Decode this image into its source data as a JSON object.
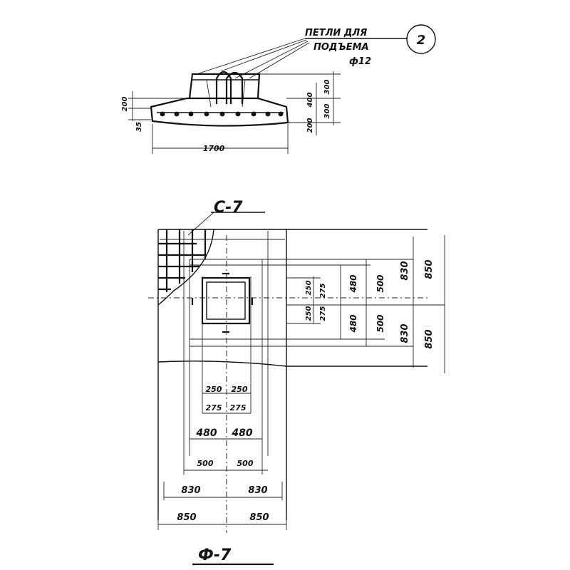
{
  "callout": {
    "line1": "ПЕТЛИ ДЛЯ",
    "line2": "ПОДЪЕМА",
    "line3": "ф12",
    "mark": "2"
  },
  "section": {
    "dims": {
      "base_width": "1700",
      "left_height": "200",
      "left_step": "35",
      "right_top": "300",
      "right_mid": "300",
      "right_inner_top": "400",
      "right_inner_bottom": "200"
    }
  },
  "plan": {
    "title": "С-7",
    "name": "Ф-7",
    "inner_horizontal": [
      "250",
      "250",
      "275",
      "275"
    ],
    "horizontal": {
      "row_480": [
        "480",
        "480"
      ],
      "row_500": [
        "500",
        "500"
      ],
      "row_830": [
        "830",
        "830"
      ],
      "row_850": [
        "850",
        "850"
      ]
    },
    "vertical": {
      "inner": [
        "250",
        "250",
        "275",
        "275"
      ],
      "col_480": [
        "480",
        "480"
      ],
      "col_500": [
        "500",
        "500"
      ],
      "col_830": [
        "830",
        "830"
      ],
      "col_850": [
        "850",
        "850"
      ]
    }
  }
}
